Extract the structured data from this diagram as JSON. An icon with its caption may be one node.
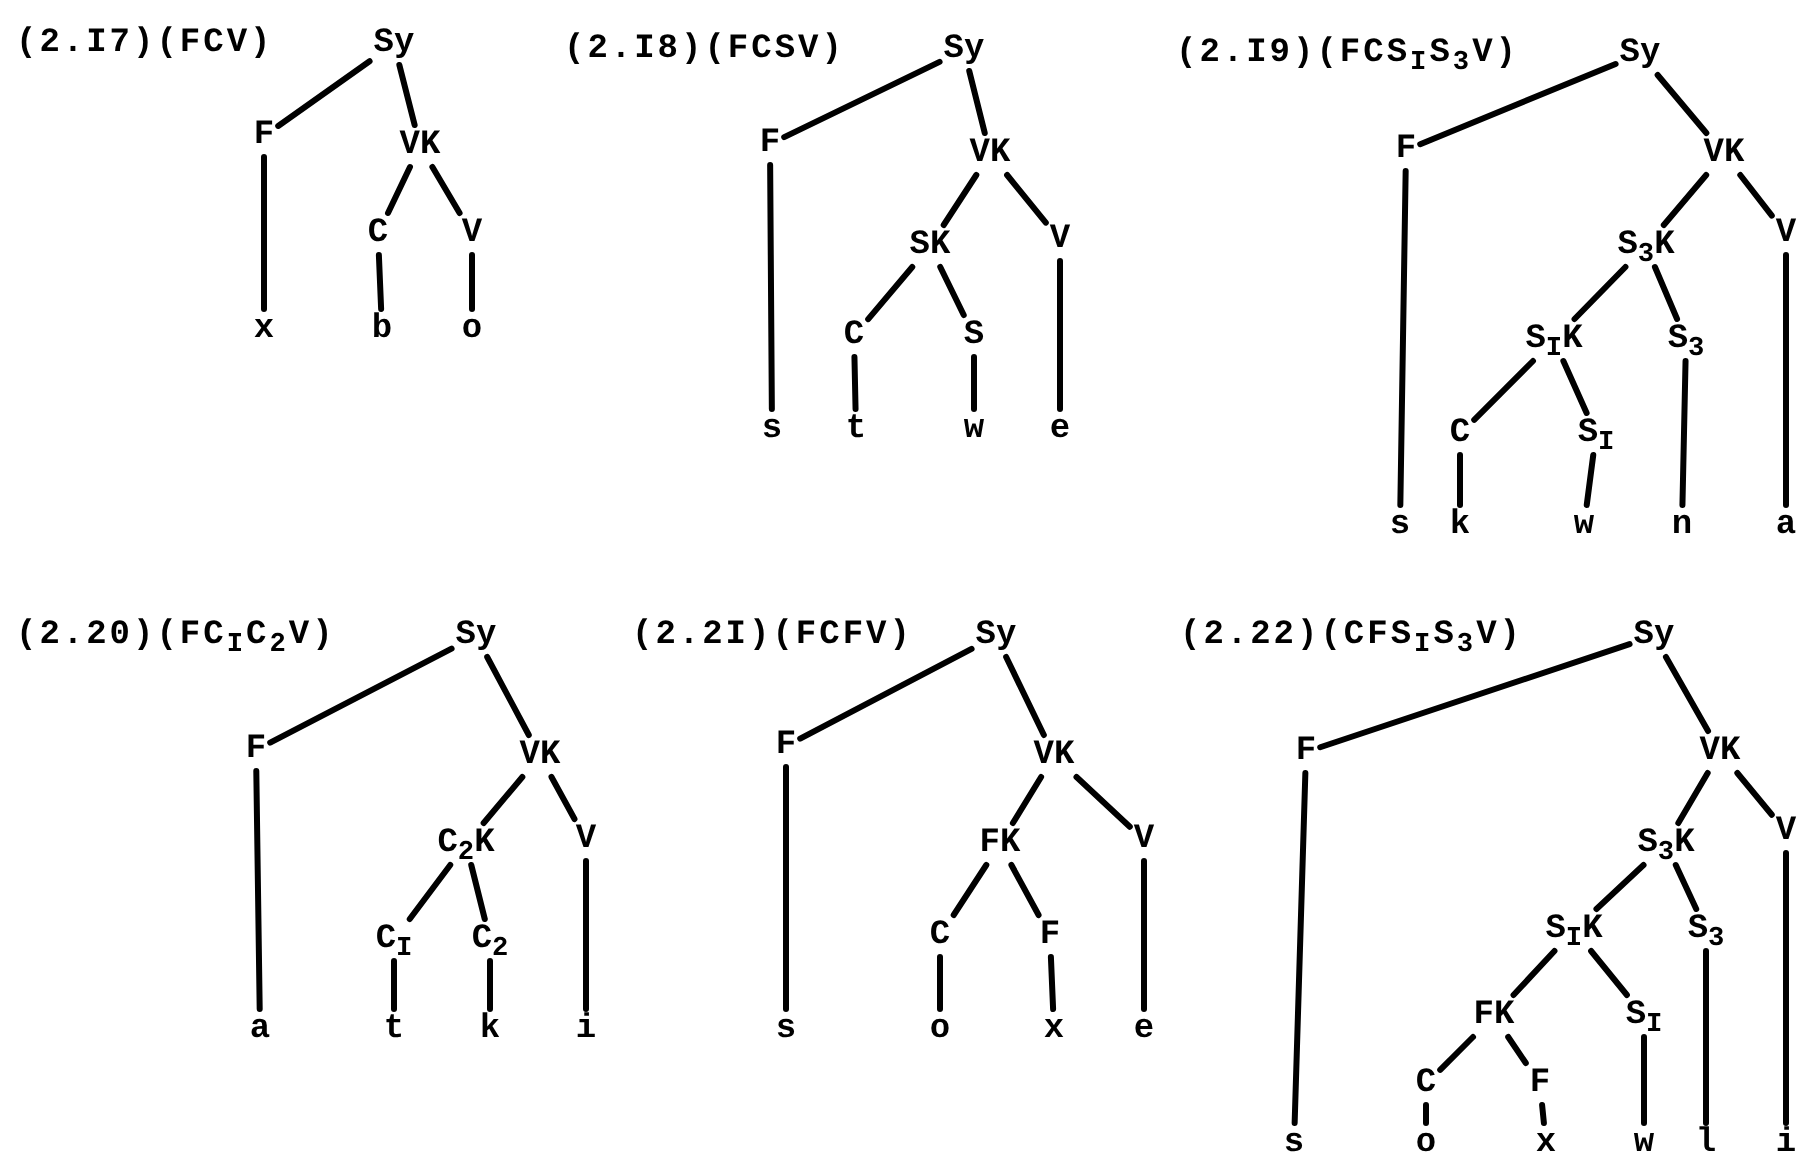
{
  "diagram": {
    "nodes": [
      {
        "text": [
          "Sy"
        ]
      },
      {
        "text": [
          "F"
        ]
      },
      {
        "text": [
          "VK"
        ]
      },
      {
        "text": [
          "C"
        ]
      },
      {
        "text": [
          "V"
        ]
      },
      {
        "text": [
          "x"
        ]
      },
      {
        "text": [
          "b"
        ]
      },
      {
        "text": [
          "o"
        ]
      },
      {
        "text": [
          "Sy"
        ]
      },
      {
        "text": [
          "F"
        ]
      },
      {
        "text": [
          "VK"
        ]
      },
      {
        "text": [
          "SK"
        ]
      },
      {
        "text": [
          "V"
        ]
      },
      {
        "text": [
          "C"
        ]
      },
      {
        "text": [
          "S"
        ]
      },
      {
        "text": [
          "s"
        ]
      },
      {
        "text": [
          "t"
        ]
      },
      {
        "text": [
          "w"
        ]
      },
      {
        "text": [
          "e"
        ]
      },
      {
        "text": [
          "Sy"
        ]
      },
      {
        "text": [
          "F"
        ]
      },
      {
        "text": [
          "VK"
        ]
      },
      {
        "text": [
          "S$_{3}$K"
        ]
      },
      {
        "text": [
          "V"
        ]
      },
      {
        "text": [
          "S$_{I}$K"
        ]
      },
      {
        "text": [
          "S$_{3}$"
        ]
      },
      {
        "text": [
          "C"
        ]
      },
      {
        "text": [
          "S$_{I}$"
        ]
      },
      {
        "text": [
          "s"
        ]
      },
      {
        "text": [
          "k"
        ]
      },
      {
        "text": [
          "w"
        ]
      },
      {
        "text": [
          "n"
        ]
      },
      {
        "text": [
          "a"
        ]
      },
      {
        "text": [
          "Sy"
        ]
      },
      {
        "text": [
          "F"
        ]
      },
      {
        "text": [
          "VK"
        ]
      },
      {
        "text": [
          "C$_{2}$K"
        ]
      },
      {
        "text": [
          "V"
        ]
      },
      {
        "text": [
          "C$_{I}$"
        ]
      },
      {
        "text": [
          "C$_{2}$"
        ]
      },
      {
        "text": [
          "a"
        ]
      },
      {
        "text": [
          "t"
        ]
      },
      {
        "text": [
          "k"
        ]
      },
      {
        "text": [
          "i"
        ]
      },
      {
        "text": [
          "Sy"
        ]
      },
      {
        "text": [
          "F"
        ]
      },
      {
        "text": [
          "VK"
        ]
      },
      {
        "text": [
          "FK"
        ]
      },
      {
        "text": [
          "V"
        ]
      },
      {
        "text": [
          "C"
        ]
      },
      {
        "text": [
          "F"
        ]
      },
      {
        "text": [
          "s"
        ]
      },
      {
        "text": [
          "o"
        ]
      },
      {
        "text": [
          "x"
        ]
      },
      {
        "text": [
          "e"
        ]
      },
      {
        "text": [
          "Sy"
        ]
      },
      {
        "text": [
          "F"
        ]
      },
      {
        "text": [
          "VK"
        ]
      },
      {
        "text": [
          "S$_{3}$K"
        ]
      },
      {
        "text": [
          "V"
        ]
      },
      {
        "text": [
          "S$_{I}$K"
        ]
      },
      {
        "text": [
          "S$_{3}$"
        ]
      },
      {
        "text": [
          "FK"
        ]
      },
      {
        "text": [
          "S$_{I}$"
        ]
      },
      {
        "text": [
          "C"
        ]
      },
      {
        "text": [
          "F"
        ]
      },
      {
        "text": [
          "s"
        ]
      },
      {
        "text": [
          "o"
        ]
      },
      {
        "text": [
          "x"
        ]
      },
      {
        "text": [
          "w"
        ]
      },
      {
        "text": [
          "l"
        ]
      },
      {
        "text": [
          "i"
        ]
      }
    ],
    "edges": [
      {
        "from": 0,
        "to": 1,
        "arrow": "none"
      },
      {
        "from": 0,
        "to": 2,
        "arrow": "none"
      },
      {
        "from": 1,
        "to": 5,
        "arrow": "none"
      },
      {
        "from": 2,
        "to": 3,
        "arrow": "none"
      },
      {
        "from": 2,
        "to": 4,
        "arrow": "none"
      },
      {
        "from": 3,
        "to": 6,
        "arrow": "none"
      },
      {
        "from": 4,
        "to": 7,
        "arrow": "none"
      },
      {
        "from": 8,
        "to": 9,
        "arrow": "none"
      },
      {
        "from": 8,
        "to": 10,
        "arrow": "none"
      },
      {
        "from": 9,
        "to": 15,
        "arrow": "none"
      },
      {
        "from": 10,
        "to": 11,
        "arrow": "none"
      },
      {
        "from": 10,
        "to": 12,
        "arrow": "none"
      },
      {
        "from": 11,
        "to": 13,
        "arrow": "none"
      },
      {
        "from": 11,
        "to": 14,
        "arrow": "none"
      },
      {
        "from": 13,
        "to": 16,
        "arrow": "none"
      },
      {
        "from": 14,
        "to": 17,
        "arrow": "none"
      },
      {
        "from": 12,
        "to": 18,
        "arrow": "none"
      },
      {
        "from": 19,
        "to": 20,
        "arrow": "none"
      },
      {
        "from": 19,
        "to": 21,
        "arrow": "none"
      },
      {
        "from": 20,
        "to": 28,
        "arrow": "none"
      },
      {
        "from": 21,
        "to": 22,
        "arrow": "none"
      },
      {
        "from": 21,
        "to": 23,
        "arrow": "none"
      },
      {
        "from": 22,
        "to": 24,
        "arrow": "none"
      },
      {
        "from": 22,
        "to": 25,
        "arrow": "none"
      },
      {
        "from": 24,
        "to": 26,
        "arrow": "none"
      },
      {
        "from": 24,
        "to": 27,
        "arrow": "none"
      },
      {
        "from": 26,
        "to": 29,
        "arrow": "none"
      },
      {
        "from": 27,
        "to": 30,
        "arrow": "none"
      },
      {
        "from": 25,
        "to": 31,
        "arrow": "none"
      },
      {
        "from": 23,
        "to": 32,
        "arrow": "none"
      },
      {
        "from": 33,
        "to": 34,
        "arrow": "none"
      },
      {
        "from": 33,
        "to": 35,
        "arrow": "none"
      },
      {
        "from": 34,
        "to": 40,
        "arrow": "none"
      },
      {
        "from": 35,
        "to": 36,
        "arrow": "none"
      },
      {
        "from": 35,
        "to": 37,
        "arrow": "none"
      },
      {
        "from": 36,
        "to": 38,
        "arrow": "none"
      },
      {
        "from": 36,
        "to": 39,
        "arrow": "none"
      },
      {
        "from": 38,
        "to": 41,
        "arrow": "none"
      },
      {
        "from": 39,
        "to": 42,
        "arrow": "none"
      },
      {
        "from": 37,
        "to": 43,
        "arrow": "none"
      },
      {
        "from": 44,
        "to": 45,
        "arrow": "none"
      },
      {
        "from": 44,
        "to": 46,
        "arrow": "none"
      },
      {
        "from": 45,
        "to": 51,
        "arrow": "none"
      },
      {
        "from": 46,
        "to": 47,
        "arrow": "none"
      },
      {
        "from": 46,
        "to": 48,
        "arrow": "none"
      },
      {
        "from": 47,
        "to": 49,
        "arrow": "none"
      },
      {
        "from": 47,
        "to": 50,
        "arrow": "none"
      },
      {
        "from": 49,
        "to": 52,
        "arrow": "none"
      },
      {
        "from": 50,
        "to": 53,
        "arrow": "none"
      },
      {
        "from": 48,
        "to": 54,
        "arrow": "none"
      },
      {
        "from": 55,
        "to": 56,
        "arrow": "none"
      },
      {
        "from": 55,
        "to": 57,
        "arrow": "none"
      },
      {
        "from": 56,
        "to": 66,
        "arrow": "none"
      },
      {
        "from": 57,
        "to": 58,
        "arrow": "none"
      },
      {
        "from": 57,
        "to": 59,
        "arrow": "none"
      },
      {
        "from": 58,
        "to": 60,
        "arrow": "none"
      },
      {
        "from": 58,
        "to": 61,
        "arrow": "none"
      },
      {
        "from": 60,
        "to": 62,
        "arrow": "none"
      },
      {
        "from": 60,
        "to": 63,
        "arrow": "none"
      },
      {
        "from": 62,
        "to": 64,
        "arrow": "none"
      },
      {
        "from": 62,
        "to": 65,
        "arrow": "none"
      },
      {
        "from": 64,
        "to": 67,
        "arrow": "none"
      },
      {
        "from": 65,
        "to": 68,
        "arrow": "none"
      },
      {
        "from": 63,
        "to": 69,
        "arrow": "none"
      },
      {
        "from": 61,
        "to": 70,
        "arrow": "none"
      },
      {
        "from": 59,
        "to": 71,
        "arrow": "none"
      }
    ],
    "labels": [
      "(2.I7)(FCV)",
      "(2.I8)(FCSV)",
      "(2.I9)(FCS$_{I}$S$_{3}$V)",
      "(2.20)(FC$_{I}$C$_{2}$V)",
      "(2.2I)(FCFV)",
      "(2.22)(CFS$_{I}$S$_{3}$V)"
    ]
  }
}
